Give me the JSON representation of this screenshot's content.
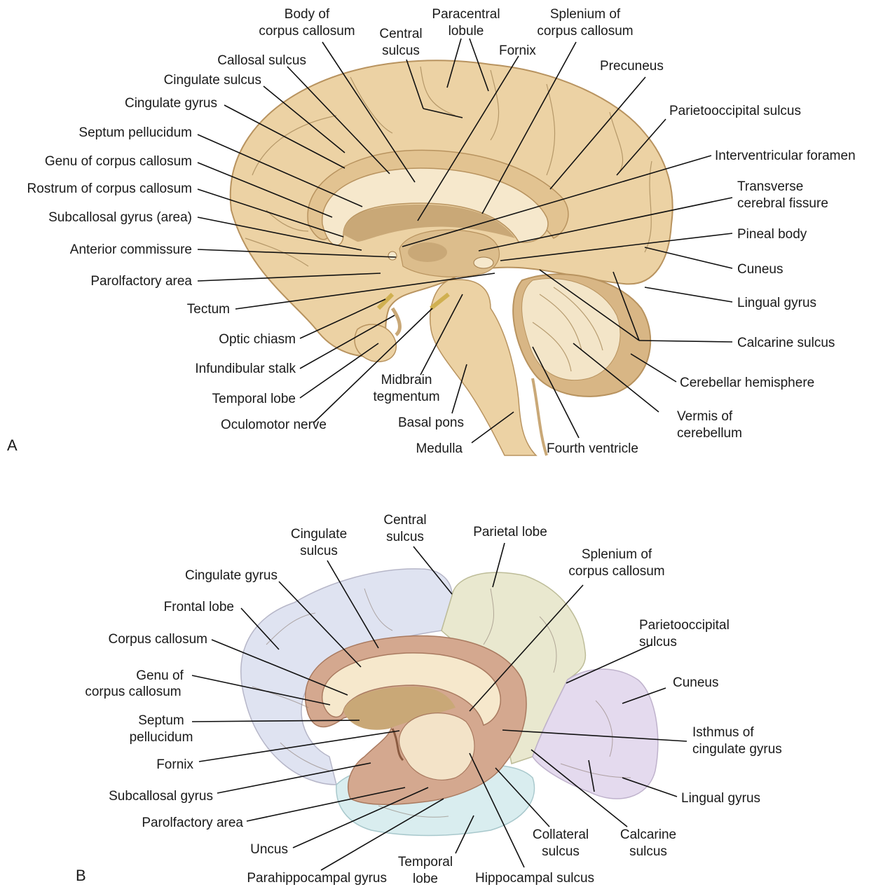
{
  "panels": {
    "a": "A",
    "b": "B"
  },
  "colors": {
    "cortex": "#ecd2a4",
    "cortex_dark": "#cfae78",
    "callosum": "#f6e8cc",
    "ventricle": "#c9a877",
    "cerebellum": "#f3e5c8",
    "cerebellum_outer": "#d8b685",
    "frontal_lobe": "#dfe3f1",
    "parietal_lobe": "#e9e8cf",
    "occipital_lobe": "#e4daee",
    "temporal_lobe": "#d9edef",
    "limbic": "#d4a88f"
  },
  "diagram_a": {
    "labels": {
      "body_cc": [
        "Body of",
        "corpus callosum"
      ],
      "paracentral": [
        "Paracentral",
        "lobule"
      ],
      "splenium": [
        "Splenium of",
        "corpus callosum"
      ],
      "central_sulcus": [
        "Central",
        "sulcus"
      ],
      "fornix": "Fornix",
      "callosal_sulcus": "Callosal sulcus",
      "cingulate_sulcus": "Cingulate sulcus",
      "cingulate_gyrus": "Cingulate gyrus",
      "septum": "Septum pellucidum",
      "genu": "Genu of corpus callosum",
      "rostrum": "Rostrum of corpus callosum",
      "subcallosal": "Subcallosal gyrus (area)",
      "anterior_commissure": "Anterior commissure",
      "parolfactory": "Parolfactory area",
      "tectum": "Tectum",
      "optic_chiasm": "Optic chiasm",
      "infundibular": "Infundibular stalk",
      "temporal_lobe": "Temporal lobe",
      "oculomotor": "Oculomotor nerve",
      "midbrain": [
        "Midbrain",
        "tegmentum"
      ],
      "basal_pons": "Basal pons",
      "medulla": "Medulla",
      "precuneus": "Precuneus",
      "parietooccipital": "Parietooccipital sulcus",
      "interventricular": "Interventricular foramen",
      "transverse": [
        "Transverse",
        "cerebral fissure"
      ],
      "pineal": "Pineal body",
      "cuneus": "Cuneus",
      "lingual": "Lingual gyrus",
      "calcarine": "Calcarine sulcus",
      "cerebellar_hemisphere": "Cerebellar hemisphere",
      "vermis": [
        "Vermis of",
        "cerebellum"
      ],
      "fourth_ventricle": "Fourth ventricle"
    }
  },
  "diagram_b": {
    "labels": {
      "cingulate_sulcus": [
        "Cingulate",
        "sulcus"
      ],
      "central_sulcus": [
        "Central",
        "sulcus"
      ],
      "parietal_lobe": "Parietal lobe",
      "splenium": [
        "Splenium of",
        "corpus callosum"
      ],
      "cingulate_gyrus": "Cingulate gyrus",
      "frontal_lobe": "Frontal lobe",
      "corpus_callosum": "Corpus callosum",
      "genu": [
        "Genu of",
        "corpus callosum"
      ],
      "septum": [
        "Septum",
        "pellucidum"
      ],
      "fornix": "Fornix",
      "subcallosal": "Subcallosal gyrus",
      "parolfactory": "Parolfactory area",
      "uncus": "Uncus",
      "parahippocampal": "Parahippocampal gyrus",
      "temporal_lobe": [
        "Temporal",
        "lobe"
      ],
      "hippocampal_sulcus": "Hippocampal sulcus",
      "collateral_sulcus": [
        "Collateral",
        "sulcus"
      ],
      "calcarine_sulcus": [
        "Calcarine",
        "sulcus"
      ],
      "parietooccipital": [
        "Parietooccipital",
        "sulcus"
      ],
      "cuneus": "Cuneus",
      "isthmus": [
        "Isthmus of",
        "cingulate gyrus"
      ],
      "lingual": "Lingual gyrus"
    }
  }
}
